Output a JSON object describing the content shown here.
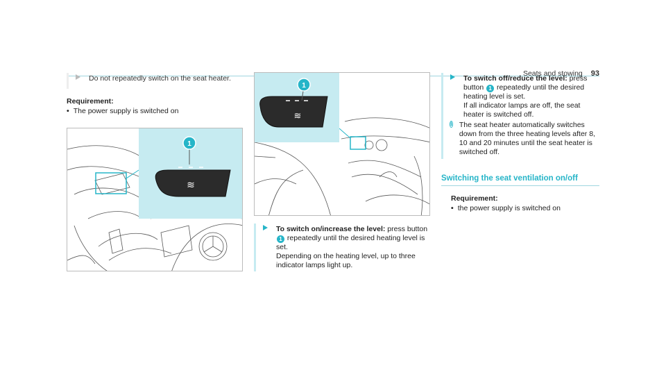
{
  "header": {
    "section": "Seats and stowing",
    "page_number": "93"
  },
  "col1": {
    "step_do_not": "Do not repeatedly switch on the seat heater.",
    "requirement_title": "Requirement:",
    "requirement_item": "The power supply is switched on"
  },
  "col2": {
    "action_title": "To switch on/increase the level:",
    "action_text_1": "press button",
    "callout": "1",
    "action_text_2": "repeatedly until the desired heating level is set.",
    "action_text_3": "Depending on the heating level, up to three indicator lamps light up."
  },
  "col3": {
    "action_title": "To switch off/reduce the level:",
    "action_text_1": "press button",
    "callout": "1",
    "action_text_2": "repeatedly until the desired heating level is set.",
    "action_text_3": "If all indicator lamps are off, the seat heater is switched off.",
    "info_text": "The seat heater automatically switches down from the three heating levels after 8, 10 and 20 minutes until the seat heater is switched off.",
    "section_title": "Switching the seat ventilation on/off",
    "requirement_title": "Requirement:",
    "requirement_item": "the power supply is switched on"
  },
  "figures": {
    "callout_label": "1"
  },
  "colors": {
    "accent": "#26b5c8",
    "callout_bg": "#c6ebf1"
  }
}
